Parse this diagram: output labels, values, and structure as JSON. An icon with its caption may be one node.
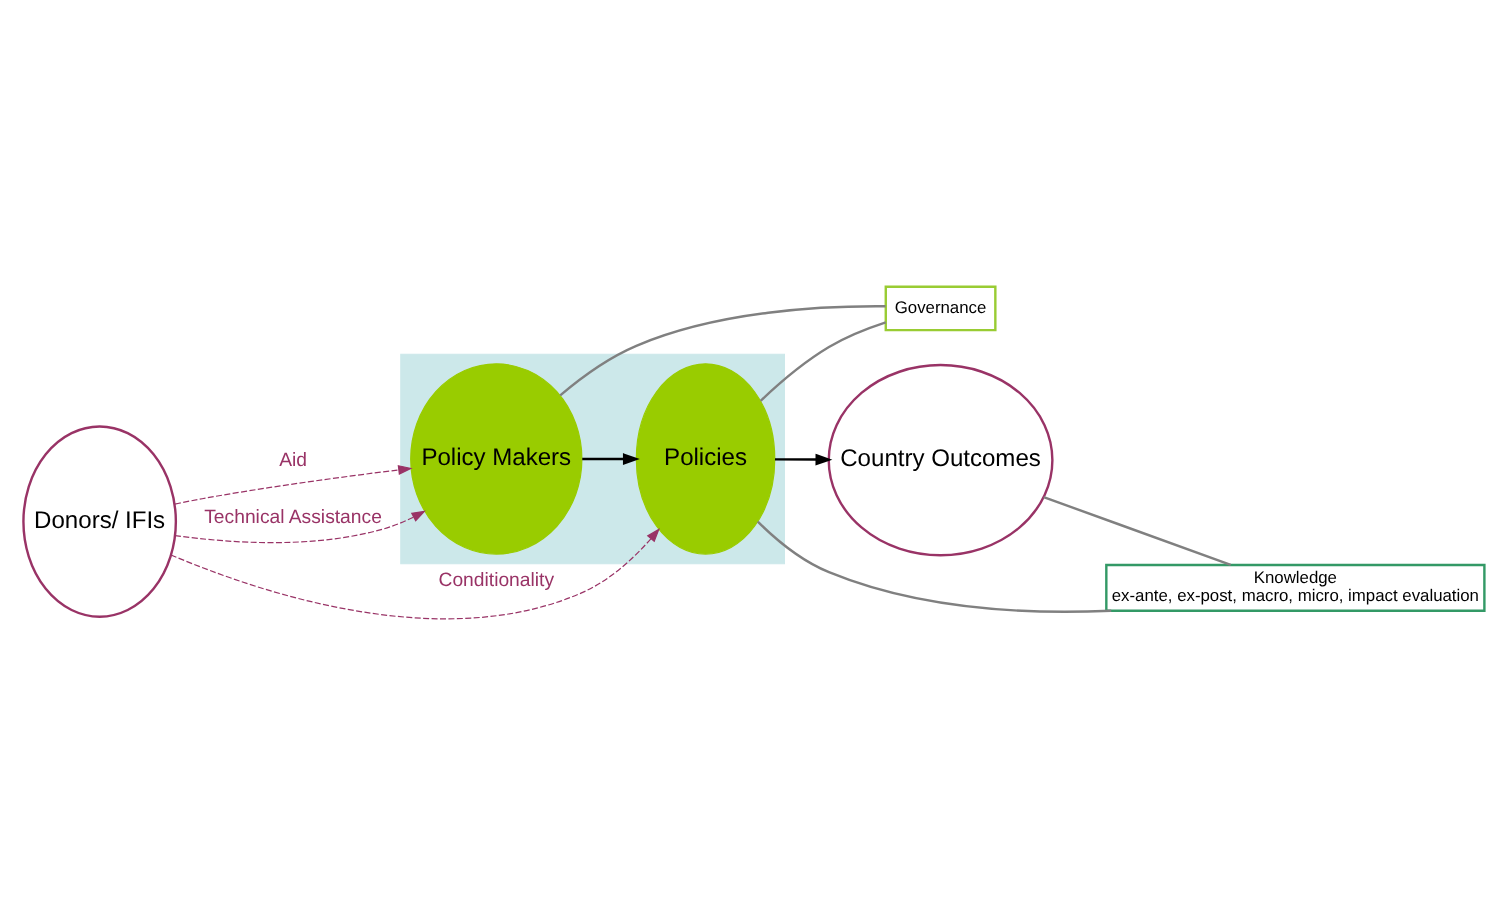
{
  "diagram": {
    "nodes": [
      {
        "text": [
          "Donors/ IFIs"
        ]
      },
      {
        "text": [],
        "shape": "box"
      },
      {
        "text": [
          "Policy Makers"
        ],
        "in": 1
      },
      {
        "text": [
          "Policies"
        ],
        "in": 1
      },
      {
        "text": [
          "Country Outcomes"
        ]
      },
      {
        "text": [
          "Governance"
        ]
      },
      {
        "text": [
          "Knowledge",
          "ex-ante, ex-post, macro, micro, impact evaluation"
        ]
      }
    ],
    "edges": [
      {
        "from": 0,
        "to": 3,
        "arrow": "to",
        "label": "Conditionality",
        "style": "dashed",
        "color": "#993366"
      },
      {
        "from": 0,
        "to": 2,
        "arrow": "to",
        "label": "Aid",
        "style": "dashed",
        "color": "#993366"
      },
      {
        "from": 0,
        "to": 2,
        "arrow": "to",
        "label": "Technical Assistance",
        "style": "dashed",
        "color": "#993366"
      },
      {
        "from": 2,
        "to": 3,
        "arrow": "to",
        "color": "#000000"
      },
      {
        "from": 3,
        "to": 4,
        "arrow": "to",
        "color": "#000000"
      },
      {
        "from": 2,
        "to": 5,
        "arrow": "none",
        "color": "#808080"
      },
      {
        "from": 3,
        "to": 5,
        "arrow": "none",
        "color": "#808080"
      },
      {
        "from": 3,
        "to": 6,
        "arrow": "none",
        "color": "#808080"
      },
      {
        "from": 4,
        "to": 6,
        "arrow": "none",
        "color": "#808080"
      }
    ]
  }
}
